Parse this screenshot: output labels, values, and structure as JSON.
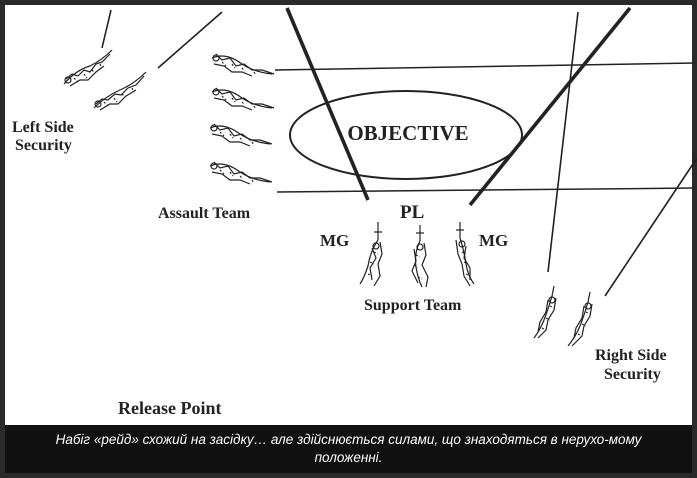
{
  "diagram": {
    "objective_label": "OBJECTIVE",
    "pl_label": "PL",
    "mg_left_label": "MG",
    "mg_right_label": "MG",
    "left_security_line1": "Left Side",
    "left_security_line2": "Security",
    "assault_team_label": "Assault Team",
    "support_team_label": "Support Team",
    "right_security_line1": "Right Side",
    "right_security_line2": "Security",
    "release_point_label": "Release Point"
  },
  "caption": {
    "text": "Набіг «рейд» схожий на засідку… але здійснюється силами, що знаходяться в нерухо-мому положенні."
  },
  "colors": {
    "ink": "#222222",
    "caption_bg": "#111111",
    "caption_text": "#ffffff",
    "frame": "#2a2a2a"
  }
}
